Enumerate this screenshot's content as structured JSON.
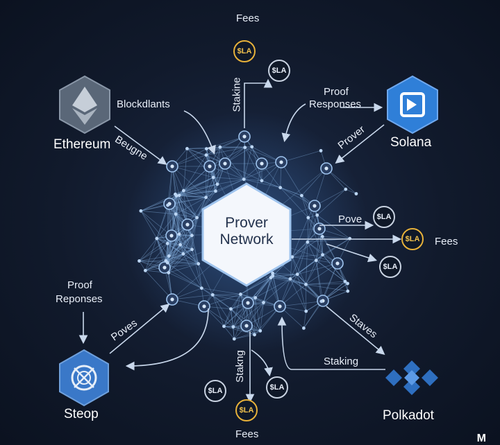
{
  "center": {
    "line1": "Prover",
    "line2": "Network"
  },
  "chains": {
    "ethereum": "Ethereum",
    "solana": "Solana",
    "steop": "Steop",
    "polkadot": "Polkadot"
  },
  "labels": {
    "fees_top": "Fees",
    "blockdlants": "Blockdlants",
    "beugne": "Beugne",
    "stakine": "Stakine",
    "proof_responses_top_l1": "Proof",
    "proof_responses_top_l2": "Responses",
    "prover": "Prover",
    "pove": "Pove",
    "fees_right": "Fees",
    "proof_reponses_l1": "Proof",
    "proof_reponses_l2": "Reponses",
    "poves": "Poves",
    "staves": "Staves",
    "staking_right": "Staking",
    "stakng": "Stakng",
    "fees_bottom": "Fees"
  },
  "coin_text": "$LA",
  "corner_mark": "M",
  "colors": {
    "background": "#111a2c",
    "node": "#2a3f63",
    "node_border": "#9fc4ee",
    "edge": "#7fa9d8",
    "hex_center": "#f4f7fc",
    "coin_gold": "#e8b23a",
    "coin_silver": "#c9d3e2",
    "solana_blue": "#2f7fd8",
    "steop_blue": "#3a78c8",
    "polkadot_blue": "#2e6fc0"
  }
}
